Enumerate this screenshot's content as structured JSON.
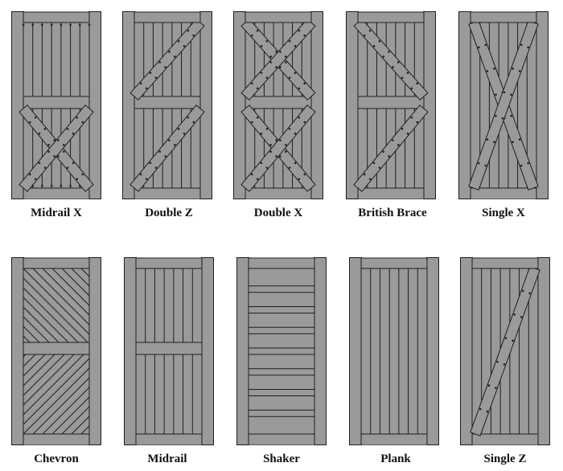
{
  "doors": [
    {
      "id": "midrail-x",
      "label": "Midrail X"
    },
    {
      "id": "double-z",
      "label": "Double Z"
    },
    {
      "id": "double-x",
      "label": "Double X"
    },
    {
      "id": "british-brace",
      "label": "British Brace"
    },
    {
      "id": "single-x",
      "label": "Single X"
    },
    {
      "id": "chevron",
      "label": "Chevron"
    },
    {
      "id": "midrail",
      "label": "Midrail"
    },
    {
      "id": "shaker",
      "label": "Shaker"
    },
    {
      "id": "plank",
      "label": "Plank"
    },
    {
      "id": "single-z",
      "label": "Single Z"
    }
  ],
  "colors": {
    "frame": "#9a9a9a",
    "line": "#1e1e1e",
    "nail": "#222222",
    "label": "#111111",
    "background": "#ffffff"
  }
}
